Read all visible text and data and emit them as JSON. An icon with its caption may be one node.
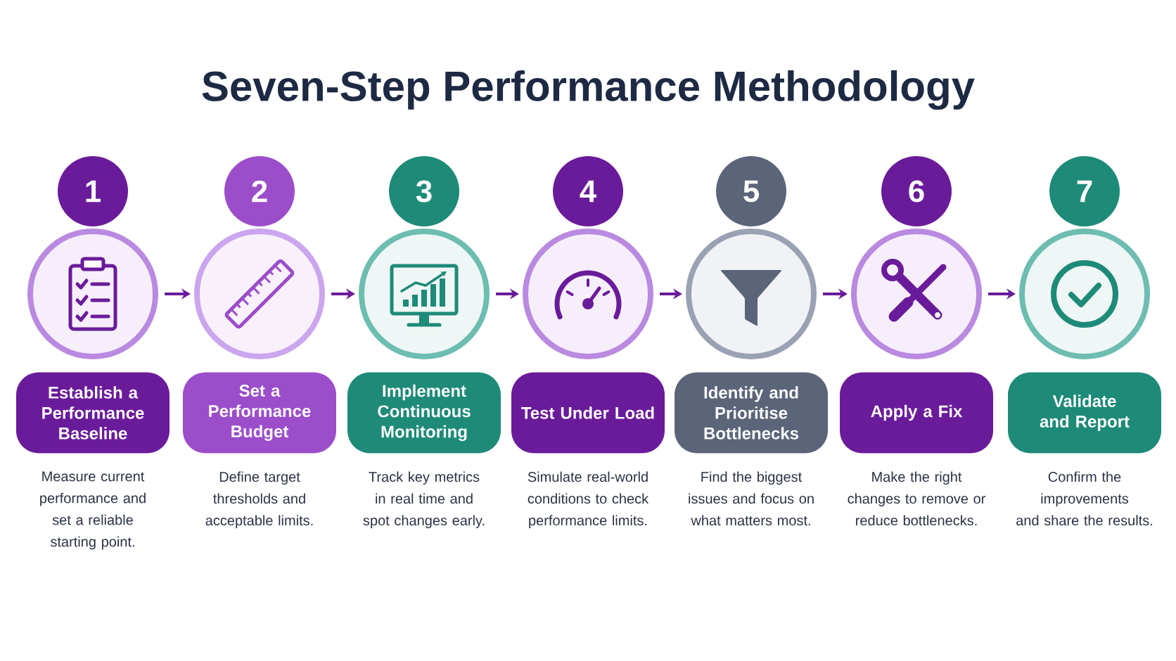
{
  "diagram": {
    "title": "Seven-Step Performance Methodology",
    "nodes": [
      {
        "text": [
          "1"
        ]
      },
      {
        "text": [],
        "shape": "circle"
      },
      {
        "text": [
          "Establish a Performance Baseline"
        ],
        "beside": [
          "Measure current performance and set a reliable starting point."
        ]
      },
      {
        "text": [
          "2"
        ]
      },
      {
        "text": [],
        "shape": "circle"
      },
      {
        "text": [
          "Set a Performance Budget"
        ],
        "beside": [
          "Define target thresholds and acceptable limits."
        ]
      },
      {
        "text": [
          "3"
        ]
      },
      {
        "text": [],
        "shape": "circle"
      },
      {
        "text": [
          "Implement Continuous Monitoring"
        ],
        "beside": [
          "Track key metrics in real time and spot changes early."
        ]
      },
      {
        "text": [
          "4"
        ]
      },
      {
        "text": [],
        "shape": "circle"
      },
      {
        "text": [
          "Test Under Load"
        ],
        "beside": [
          "Simulate real-world conditions to check performance limits."
        ]
      },
      {
        "text": [
          "5"
        ]
      },
      {
        "text": [],
        "shape": "circle"
      },
      {
        "text": [
          "Identify and Prioritise Bottlenecks"
        ],
        "beside": [
          "Find the biggest issues and focus on what matters most."
        ]
      },
      {
        "text": [
          "6"
        ]
      },
      {
        "text": [],
        "shape": "circle"
      },
      {
        "text": [
          "Apply a Fix"
        ],
        "beside": [
          "Make the right changes to remove or reduce bottlenecks."
        ]
      },
      {
        "text": [
          "7"
        ]
      },
      {
        "text": [],
        "shape": "circle"
      },
      {
        "text": [
          "Validate and Report"
        ],
        "beside": [
          "Confirm the improvements and share the results."
        ]
      }
    ],
    "edges": [
      {
        "from": 1,
        "to": 4,
        "arrow": "to"
      },
      {
        "from": 4,
        "to": 7,
        "arrow": "to"
      },
      {
        "from": 7,
        "to": 10,
        "arrow": "to"
      },
      {
        "from": 10,
        "to": 13,
        "arrow": "to"
      },
      {
        "from": 13,
        "to": 16,
        "arrow": "to"
      },
      {
        "from": 16,
        "to": 19,
        "arrow": "to"
      }
    ]
  }
}
